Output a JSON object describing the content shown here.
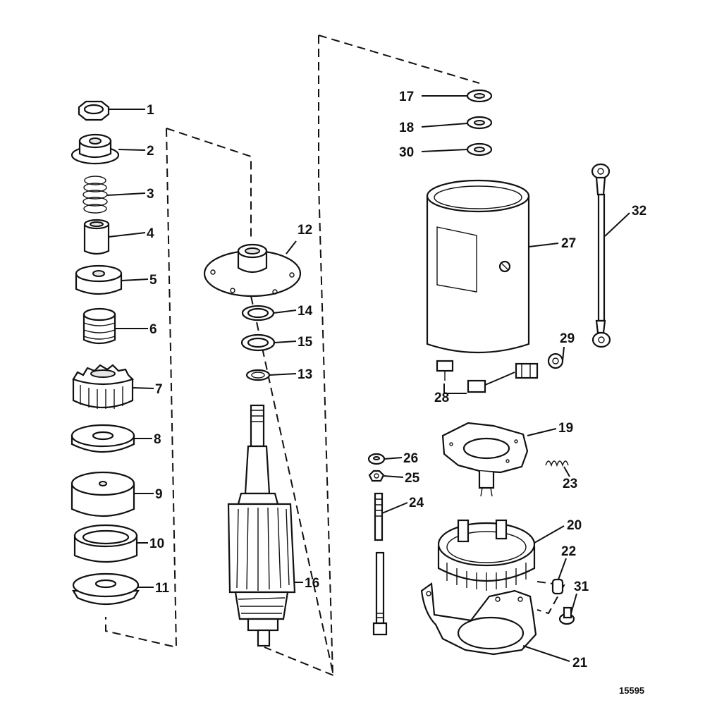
{
  "diagram": {
    "figure_number": "15595",
    "callouts": [
      "1",
      "2",
      "3",
      "4",
      "5",
      "6",
      "7",
      "8",
      "9",
      "10",
      "11",
      "12",
      "13",
      "14",
      "15",
      "16",
      "17",
      "18",
      "19",
      "20",
      "21",
      "22",
      "23",
      "24",
      "25",
      "26",
      "27",
      "28",
      "29",
      "30",
      "31",
      "32"
    ]
  }
}
